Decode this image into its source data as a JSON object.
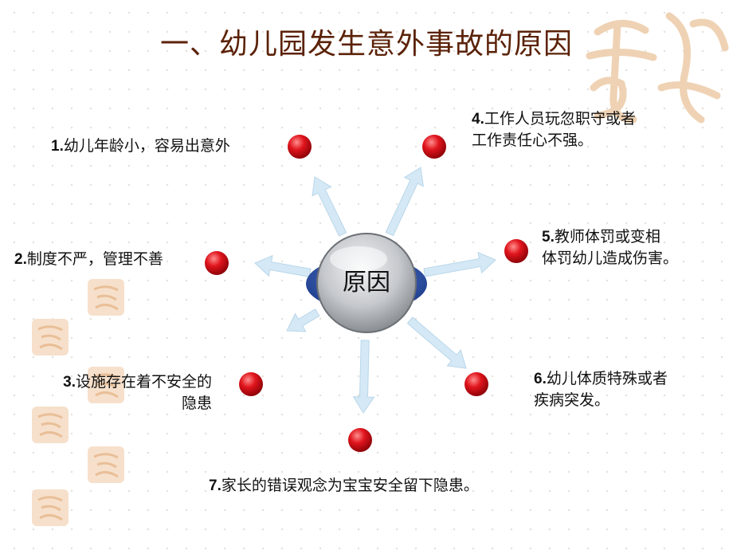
{
  "title": "一、幼儿园发生意外事故的原因",
  "center": "原因",
  "causes": [
    {
      "num": "1.",
      "lines": [
        "幼儿年龄小，容易出意外"
      ]
    },
    {
      "num": "2.",
      "lines": [
        "制度不严，管理不善"
      ]
    },
    {
      "num": "3.",
      "lines": [
        "设施存在着不安全的",
        "隐患"
      ]
    },
    {
      "num": "4.",
      "lines": [
        "工作人员玩忽职守或者",
        "工作责任心不强。"
      ]
    },
    {
      "num": "5.",
      "lines": [
        "教师体罚或变相",
        "体罚幼儿造成伤害。"
      ]
    },
    {
      "num": "6.",
      "lines": [
        "幼儿体质特殊或者",
        "疾病突发。"
      ]
    },
    {
      "num": "7.",
      "lines": [
        "家长的错误观念为宝宝安全留下隐患。"
      ]
    }
  ],
  "colors": {
    "title": "#5b2208",
    "arrow": "#d4e9f5",
    "dot": "#d8101a",
    "hub_rim": "#1d3c8c",
    "hub_face": "#c5c8cc"
  }
}
